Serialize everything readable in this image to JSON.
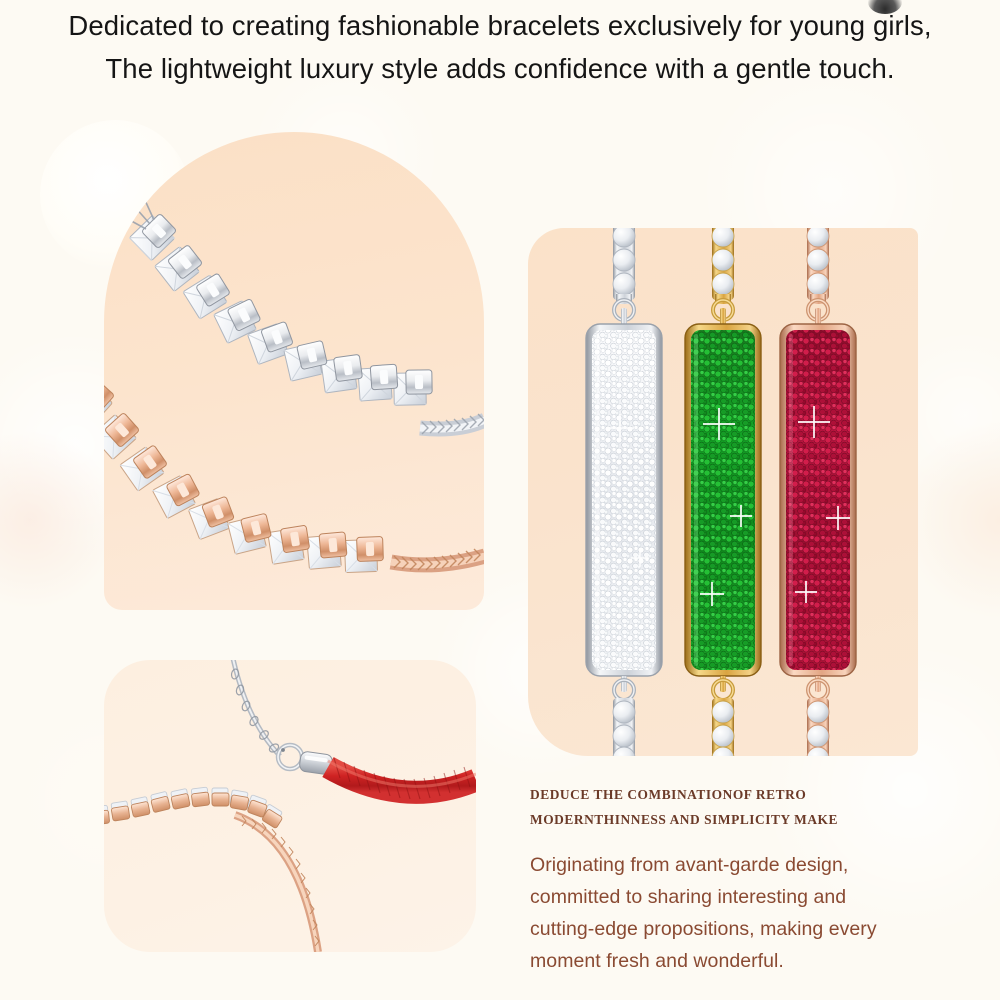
{
  "headline": {
    "line1": "Dedicated to creating fashionable bracelets exclusively for young girls,",
    "line2": "The lightweight luxury style adds confidence with a gentle touch."
  },
  "copy": {
    "eyebrow_line1": "DEDUCE THE COMBINATIONOF RETRO",
    "eyebrow_line2": "MODERNTHINNESS AND SIMPLICITY MAKE",
    "body_line1": "Originating from avant-garde design,",
    "body_line2": "committed to sharing interesting and",
    "body_line3": "cutting-edge propositions, making every",
    "body_line4": "moment fresh and wonderful."
  },
  "panels": {
    "arch": {
      "name": "Square-cut crystal tennis bracelets",
      "background": "#fce4cd",
      "items": [
        "silver tennis bracelet",
        "rose gold tennis bracelet"
      ]
    },
    "rounded": {
      "name": "Red cord bracelet with rose gold tennis chain",
      "background": "#fdf1e4",
      "items": [
        "red cord bracelet with silver chain and clasp",
        "rose gold tennis bracelet"
      ]
    },
    "tall": {
      "name": "Pave bar pendant bracelets",
      "background": "#fae3cd",
      "items": [
        "white crystal bar on silver",
        "green crystal bar on gold",
        "red crystal bar on rose gold"
      ]
    }
  },
  "colors": {
    "page_background": "#fdfaf3",
    "panel_peach": "#fce4cd",
    "panel_peach_light": "#fdf1e4",
    "headline_text": "#151515",
    "eyebrow_text": "#6b3a28",
    "body_text": "#8a4a32",
    "red_cord": "#cc2222",
    "silver": "#d8dade",
    "gold": "#d9a441",
    "rose_gold": "#e2a583",
    "green_stone": "#1e9c2a",
    "ruby_stone": "#b01438"
  }
}
